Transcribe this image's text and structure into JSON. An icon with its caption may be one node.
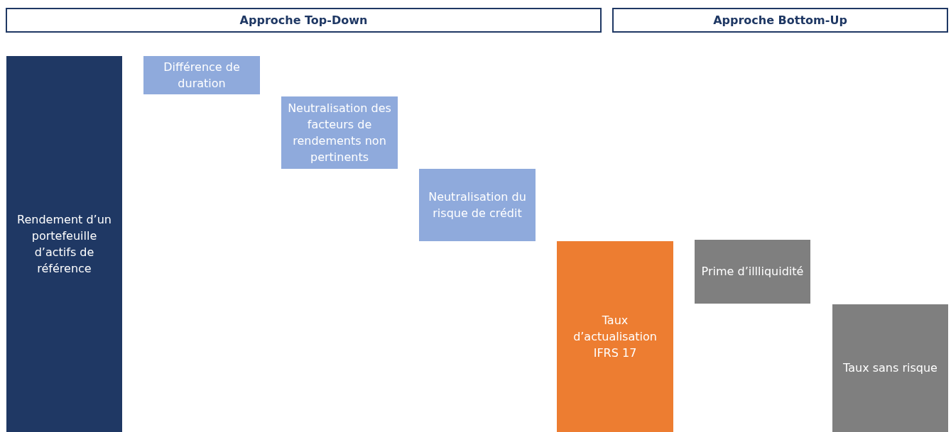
{
  "diagram": {
    "nodes": [
      {
        "text": [
          "Approche Top-Down"
        ]
      },
      {
        "text": [
          "Approche Bottom-Up"
        ]
      },
      {
        "text": [
          "Rendement d’un portefeuille d’actifs de référence"
        ]
      },
      {
        "text": [
          "Différence de duration"
        ]
      },
      {
        "text": [
          "Neutralisation des facteurs de rendements non pertinents"
        ]
      },
      {
        "text": [
          "Neutralisation du risque de crédit"
        ]
      },
      {
        "text": [
          "Taux d’actualisation IFRS 17"
        ]
      },
      {
        "text": [
          "Prime d’illliquidité"
        ]
      },
      {
        "text": [
          "Taux sans risque"
        ]
      }
    ]
  }
}
